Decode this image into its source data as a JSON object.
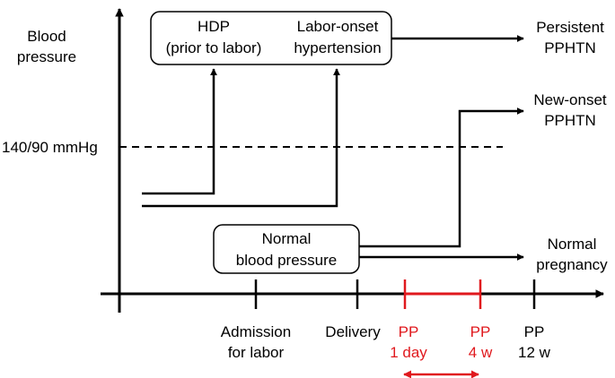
{
  "y_axis_label": [
    "Blood",
    "pressure"
  ],
  "threshold_label": "140/90 mmHg",
  "boxes": {
    "hdp": [
      "HDP",
      "(prior to labor)"
    ],
    "labor_onset": [
      "Labor-onset",
      "hypertension"
    ],
    "normal_bp": [
      "Normal",
      "blood pressure"
    ]
  },
  "outcomes": {
    "persistent": [
      "Persistent",
      "PPHTN"
    ],
    "new_onset": [
      "New-onset",
      "PPHTN"
    ],
    "normal_pregnancy": [
      "Normal",
      "pregnancy"
    ]
  },
  "timeline": [
    {
      "lines": [
        "Admission",
        "for labor"
      ],
      "highlight": false
    },
    {
      "lines": [
        "Delivery"
      ],
      "highlight": false
    },
    {
      "lines": [
        "PP",
        "1 day"
      ],
      "highlight": true
    },
    {
      "lines": [
        "PP",
        "4 w"
      ],
      "highlight": true
    },
    {
      "lines": [
        "PP",
        "12 w"
      ],
      "highlight": false
    }
  ],
  "colors": {
    "line": "#000000",
    "highlight": "#e0191e"
  }
}
